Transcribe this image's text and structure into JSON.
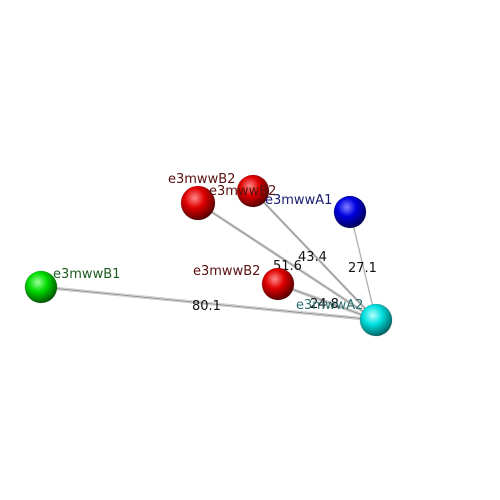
{
  "nodes": [
    {
      "id": "A2",
      "label": "e3mwwA2",
      "color": "#00d8d8",
      "label_color": "#2b6f6f"
    },
    {
      "id": "A1",
      "label": "e3mwwA1",
      "color": "#0000d0",
      "label_color": "#1a1a6e"
    },
    {
      "id": "B2a",
      "label": "e3mwwB2",
      "color": "#d80000",
      "label_color": "#5a1010"
    },
    {
      "id": "B2b",
      "label": "e3mwwB2",
      "color": "#d80000",
      "label_color": "#5a1010"
    },
    {
      "id": "B2c",
      "label": "e3mwwB2",
      "color": "#d80000",
      "label_color": "#5a1010"
    },
    {
      "id": "B1",
      "label": "e3mwwB1",
      "color": "#00c800",
      "label_color": "#1f5a1f"
    }
  ],
  "edges": [
    {
      "from": "B1",
      "to": "A2",
      "label": "80.1"
    },
    {
      "from": "B2a",
      "to": "A2",
      "label": "51.6"
    },
    {
      "from": "B2b",
      "to": "A2",
      "label": "43.4"
    },
    {
      "from": "A1",
      "to": "A2",
      "label": "27.1"
    },
    {
      "from": "B2c",
      "to": "A2",
      "label": "24.8"
    }
  ]
}
